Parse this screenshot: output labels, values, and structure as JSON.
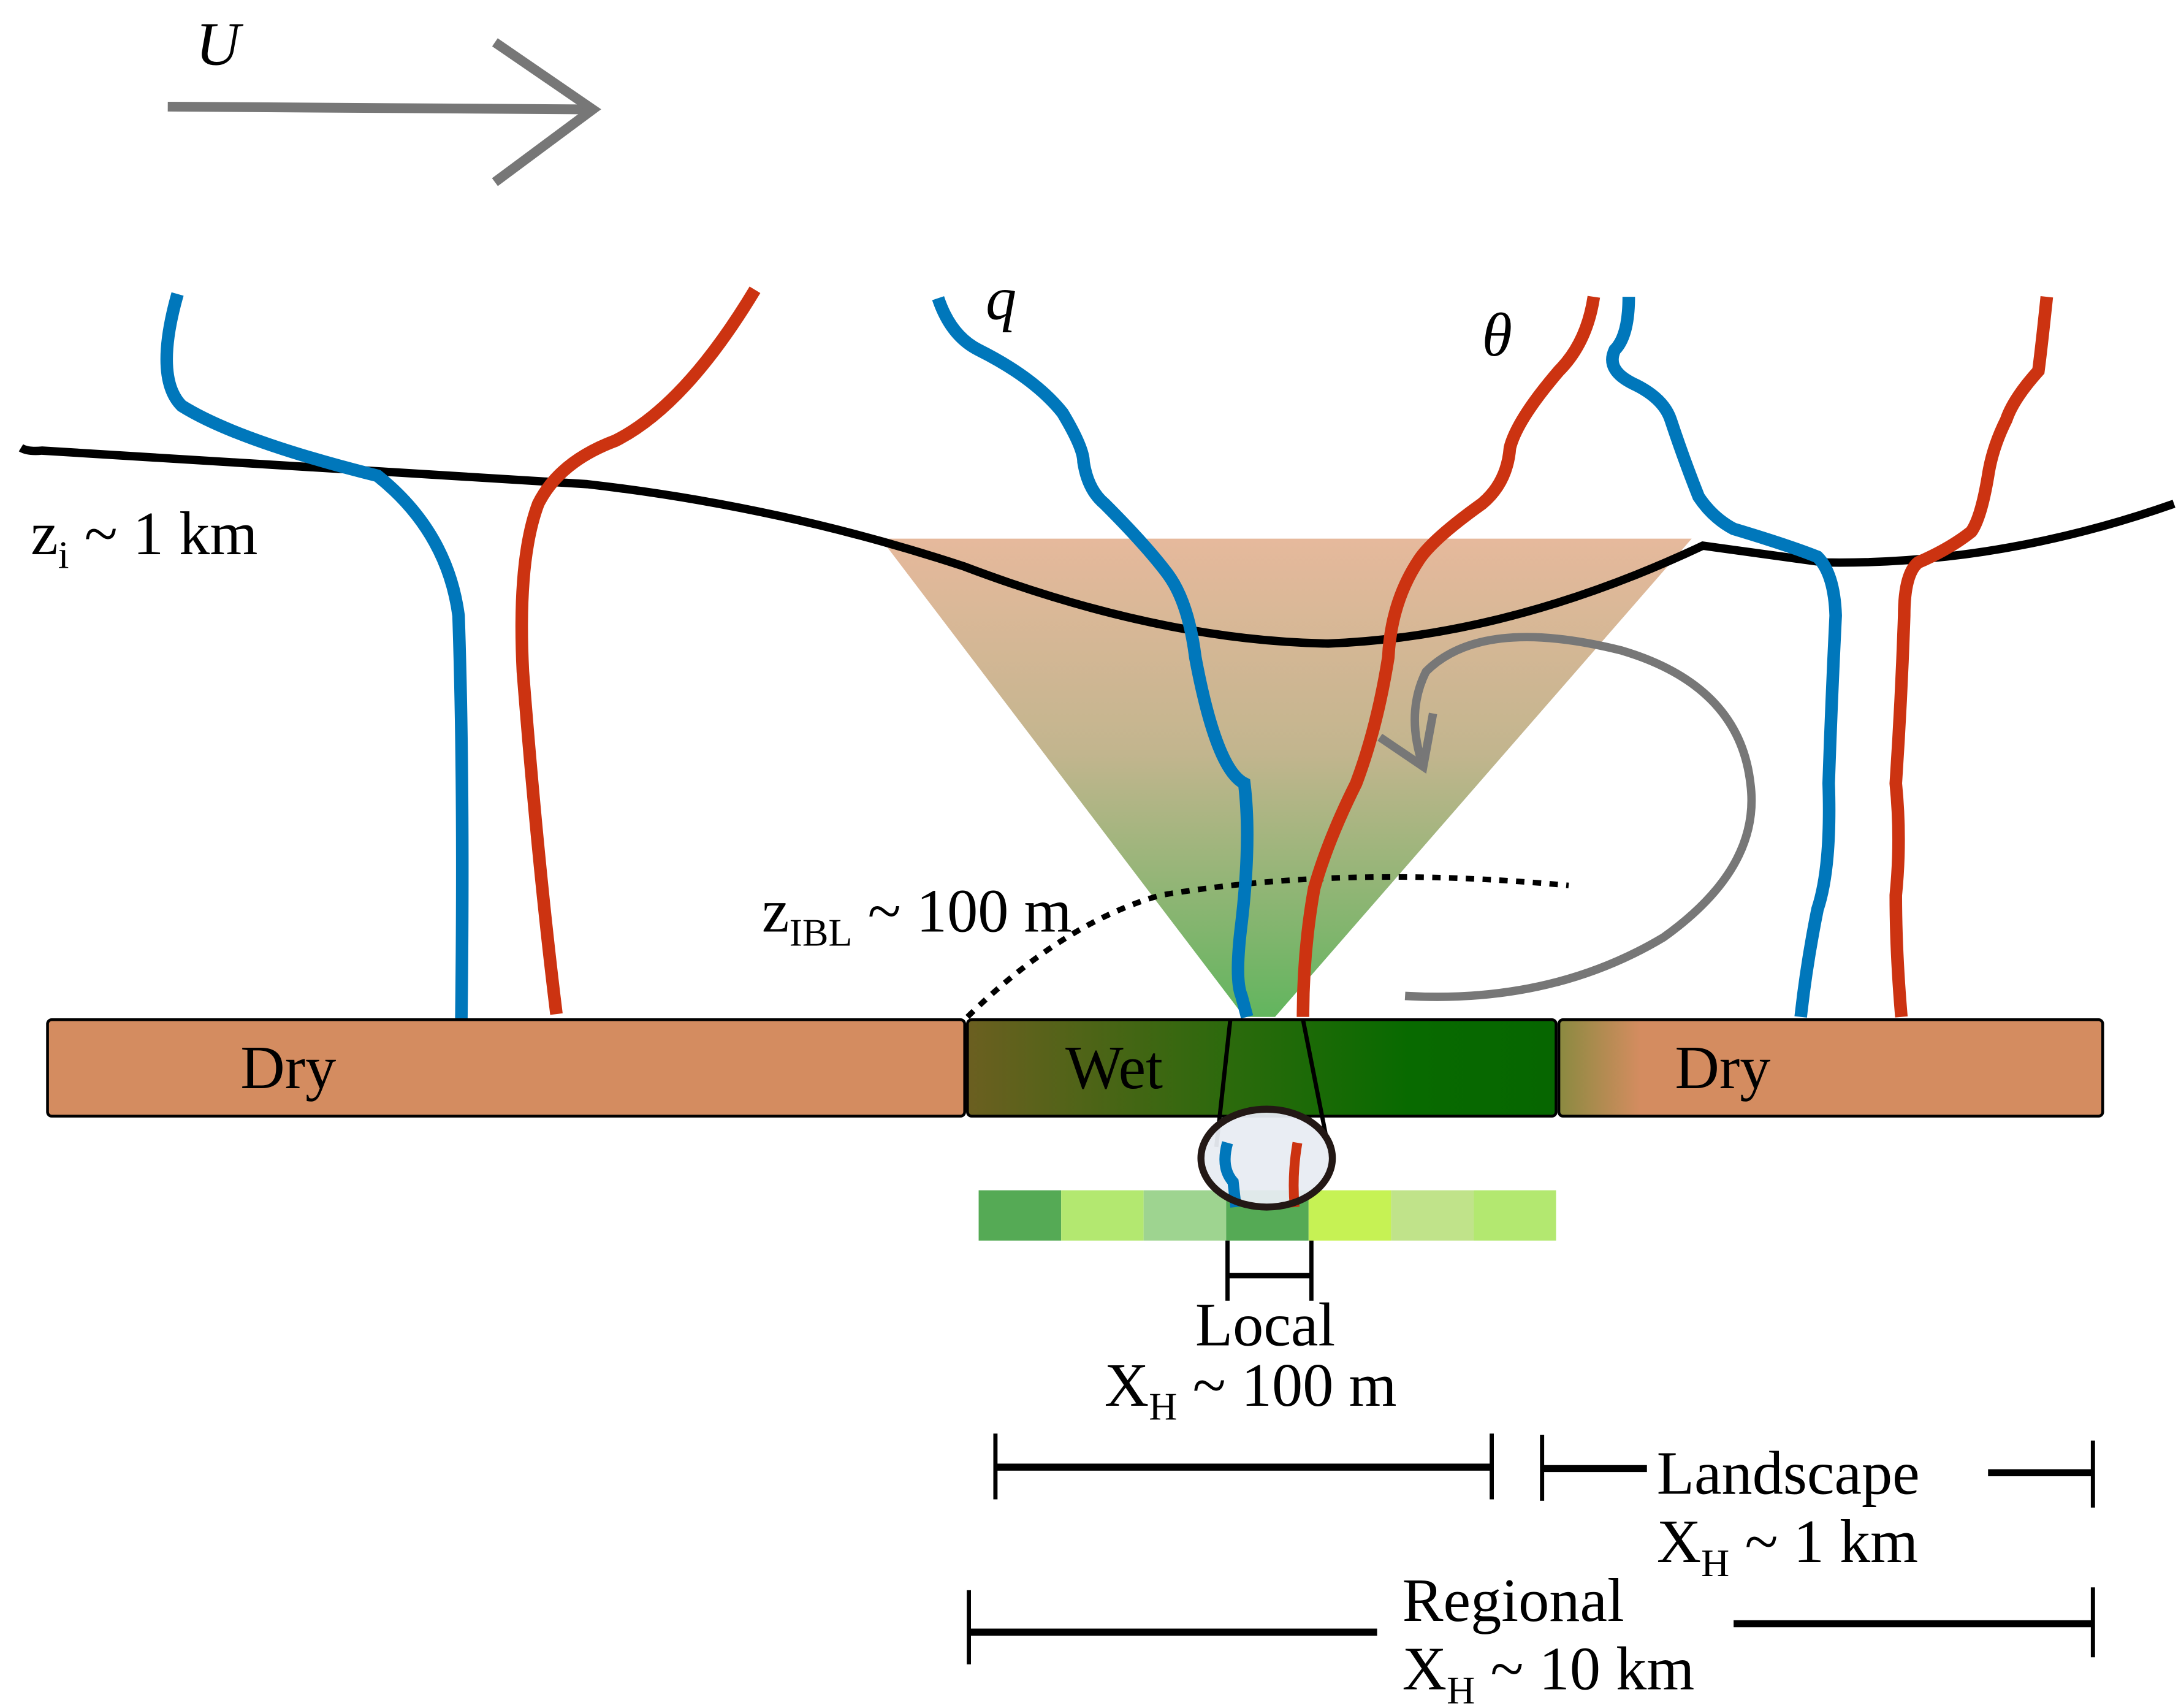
{
  "wind": {
    "symbol": "U"
  },
  "profiles": {
    "humidity_label": "q",
    "temperature_label": "θ"
  },
  "boundary_layer": {
    "label_main": "z",
    "label_sub": "i",
    "label_rest": " ~ 1 km"
  },
  "ibl": {
    "label_main": "z",
    "label_sub": "IBL",
    "label_rest": " ~ 100 m"
  },
  "surfaces": [
    {
      "label": "Dry",
      "color": "#d48c60"
    },
    {
      "label": "Wet",
      "color_left": "#6b5f20",
      "color_right": "#086a00"
    },
    {
      "label": "Dry",
      "color": "#d48c60"
    }
  ],
  "patch_colors": [
    "#55aa55",
    "#b3e870",
    "#9ed490",
    "#55aa55",
    "#c6f254",
    "#c0e38a",
    "#b3e870"
  ],
  "scales": [
    {
      "name": "Local",
      "label_main": "X",
      "label_sub": "H",
      "label_rest": " ~ 100 m"
    },
    {
      "name": "Landscape",
      "label_main": "X",
      "label_sub": "H",
      "label_rest": " ~ 1 km"
    },
    {
      "name": "Regional",
      "label_main": "X",
      "label_sub": "H",
      "label_rest": " ~ 10 km"
    }
  ],
  "colors": {
    "humidity_profile": "#0077bb",
    "temperature_profile": "#cc3311",
    "arrow": "#777777",
    "boundary_line": "#000000"
  }
}
